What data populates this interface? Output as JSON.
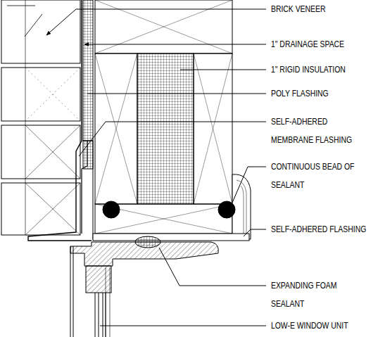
{
  "diagram": {
    "labels": [
      "BRICK VENEER",
      "1\" DRAINAGE SPACE",
      "1\" RIGID INSULATION",
      "POLY FLASHING",
      "SELF-ADHERED MEMBRANE FLASHING",
      "CONTINUOUS BEAD OF SEALANT",
      "SELF-ADHERED FLASHING",
      "EXPANDING FOAM SEALANT",
      "LOW-E WINDOW UNIT"
    ]
  }
}
